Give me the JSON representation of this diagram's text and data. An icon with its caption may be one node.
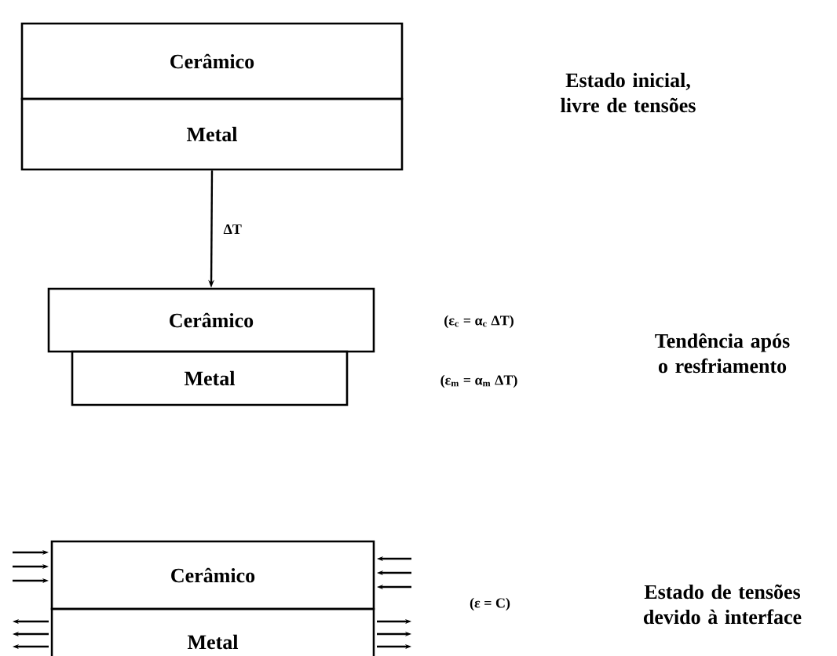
{
  "diagram": {
    "nodes": [
      {
        "text": [
          "Cerâmico"
        ]
      },
      {
        "text": [
          "Metal"
        ]
      },
      {
        "text": [
          "Cerâmico"
        ]
      },
      {
        "text": [
          "Metal"
        ]
      },
      {
        "text": [
          "Cerâmico"
        ]
      },
      {
        "text": [
          "Metal"
        ]
      }
    ],
    "edges": [
      {
        "from": 1,
        "to": 2,
        "arrow": "to",
        "label": "ΔT"
      }
    ],
    "labels": [
      "Estado inicial, livre de tensões",
      "(ε$_{c}$ = α$_{c}$ ΔT)",
      "Tendência após o resfriamento",
      "(ε$_{m}$ = α$_{m}$ ΔT)",
      "(ε = C)",
      "Estado de tensões devido à interface"
    ]
  }
}
